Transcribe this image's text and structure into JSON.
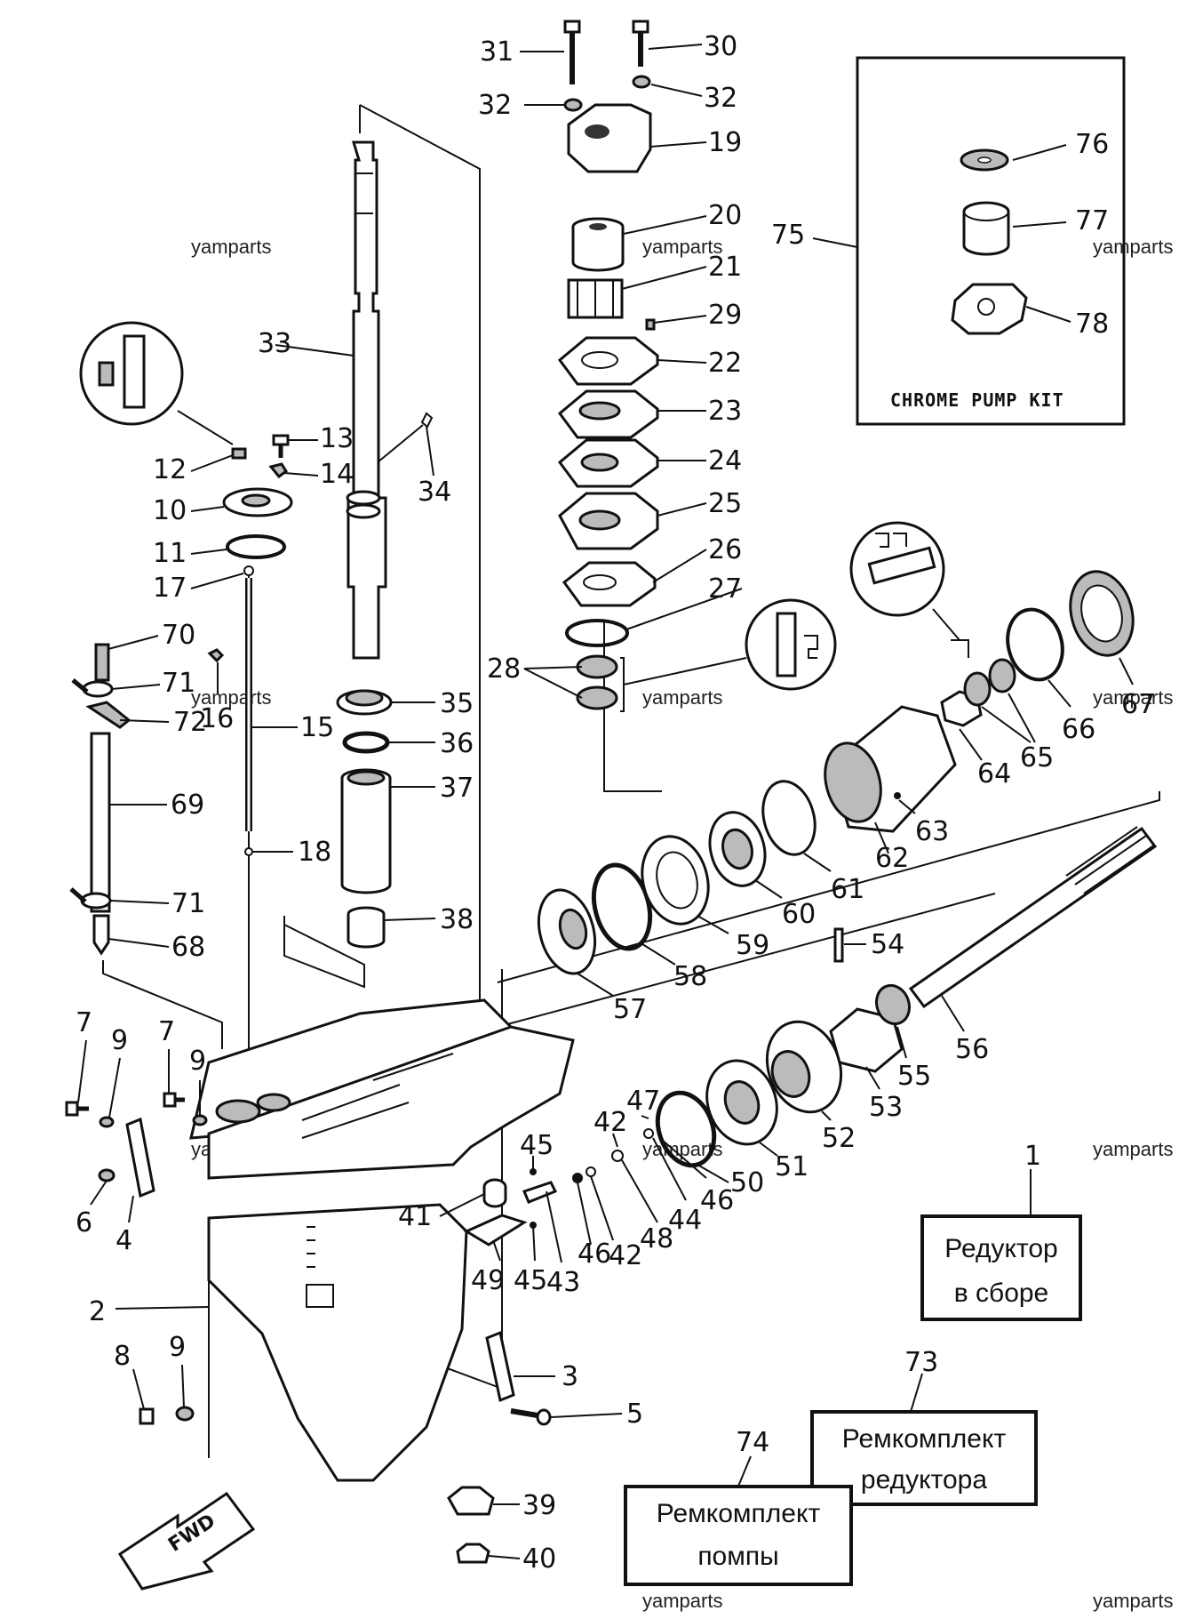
{
  "watermark": "yamparts",
  "kit": {
    "title": "CHROME PUMP KIT",
    "number": "75"
  },
  "labels": {
    "assembly": {
      "number": "1",
      "line1": "Редуктор",
      "line2": "в сборе"
    },
    "gear_repair_kit": {
      "number": "73",
      "line1": "Ремкомплект",
      "line2": "редуктора"
    },
    "pump_repair_kit": {
      "number": "74",
      "line1": "Ремкомплект",
      "line2": "помпы"
    }
  },
  "fwd_label": "FWD",
  "callouts": {
    "n2": "2",
    "n3": "3",
    "n4": "4",
    "n5": "5",
    "n6": "6",
    "n7a": "7",
    "n7b": "7",
    "n8": "8",
    "n9a": "9",
    "n9b": "9",
    "n9c": "9",
    "n10": "10",
    "n11": "11",
    "n12": "12",
    "n13": "13",
    "n14": "14",
    "n15": "15",
    "n16": "16",
    "n17": "17",
    "n18": "18",
    "n19": "19",
    "n20": "20",
    "n21": "21",
    "n22": "22",
    "n23": "23",
    "n24": "24",
    "n25": "25",
    "n26": "26",
    "n27": "27",
    "n28": "28",
    "n29": "29",
    "n30": "30",
    "n31": "31",
    "n32a": "32",
    "n32b": "32",
    "n33": "33",
    "n34": "34",
    "n35": "35",
    "n36": "36",
    "n37": "37",
    "n38": "38",
    "n39": "39",
    "n40": "40",
    "n41": "41",
    "n42a": "42",
    "n42b": "42",
    "n43": "43",
    "n44": "44",
    "n45a": "45",
    "n45b": "45",
    "n46a": "46",
    "n46b": "46",
    "n47": "47",
    "n48": "48",
    "n49": "49",
    "n50": "50",
    "n51": "51",
    "n52": "52",
    "n53": "53",
    "n54": "54",
    "n55": "55",
    "n56": "56",
    "n57": "57",
    "n58": "58",
    "n59": "59",
    "n60": "60",
    "n61": "61",
    "n62": "62",
    "n63": "63",
    "n64": "64",
    "n65": "65",
    "n66": "66",
    "n67": "67",
    "n68": "68",
    "n69": "69",
    "n70": "70",
    "n71a": "71",
    "n71b": "71",
    "n72": "72",
    "n76": "76",
    "n77": "77",
    "n78": "78"
  }
}
